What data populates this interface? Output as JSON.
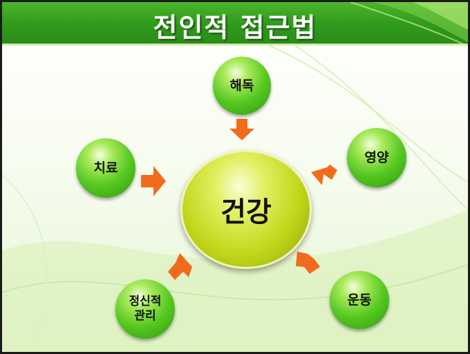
{
  "title": "전인적 접근법",
  "center": {
    "label": "건강"
  },
  "nodes": [
    {
      "label": "해독"
    },
    {
      "label": "영양"
    },
    {
      "label": "운동"
    },
    {
      "label": "정신적\n관리"
    },
    {
      "label": "치료"
    }
  ],
  "colors": {
    "header_green": "#3aa622",
    "node_green": "#56c820",
    "center_yellow_green": "#c1d71a",
    "arrow_orange": "#f26b1d"
  }
}
